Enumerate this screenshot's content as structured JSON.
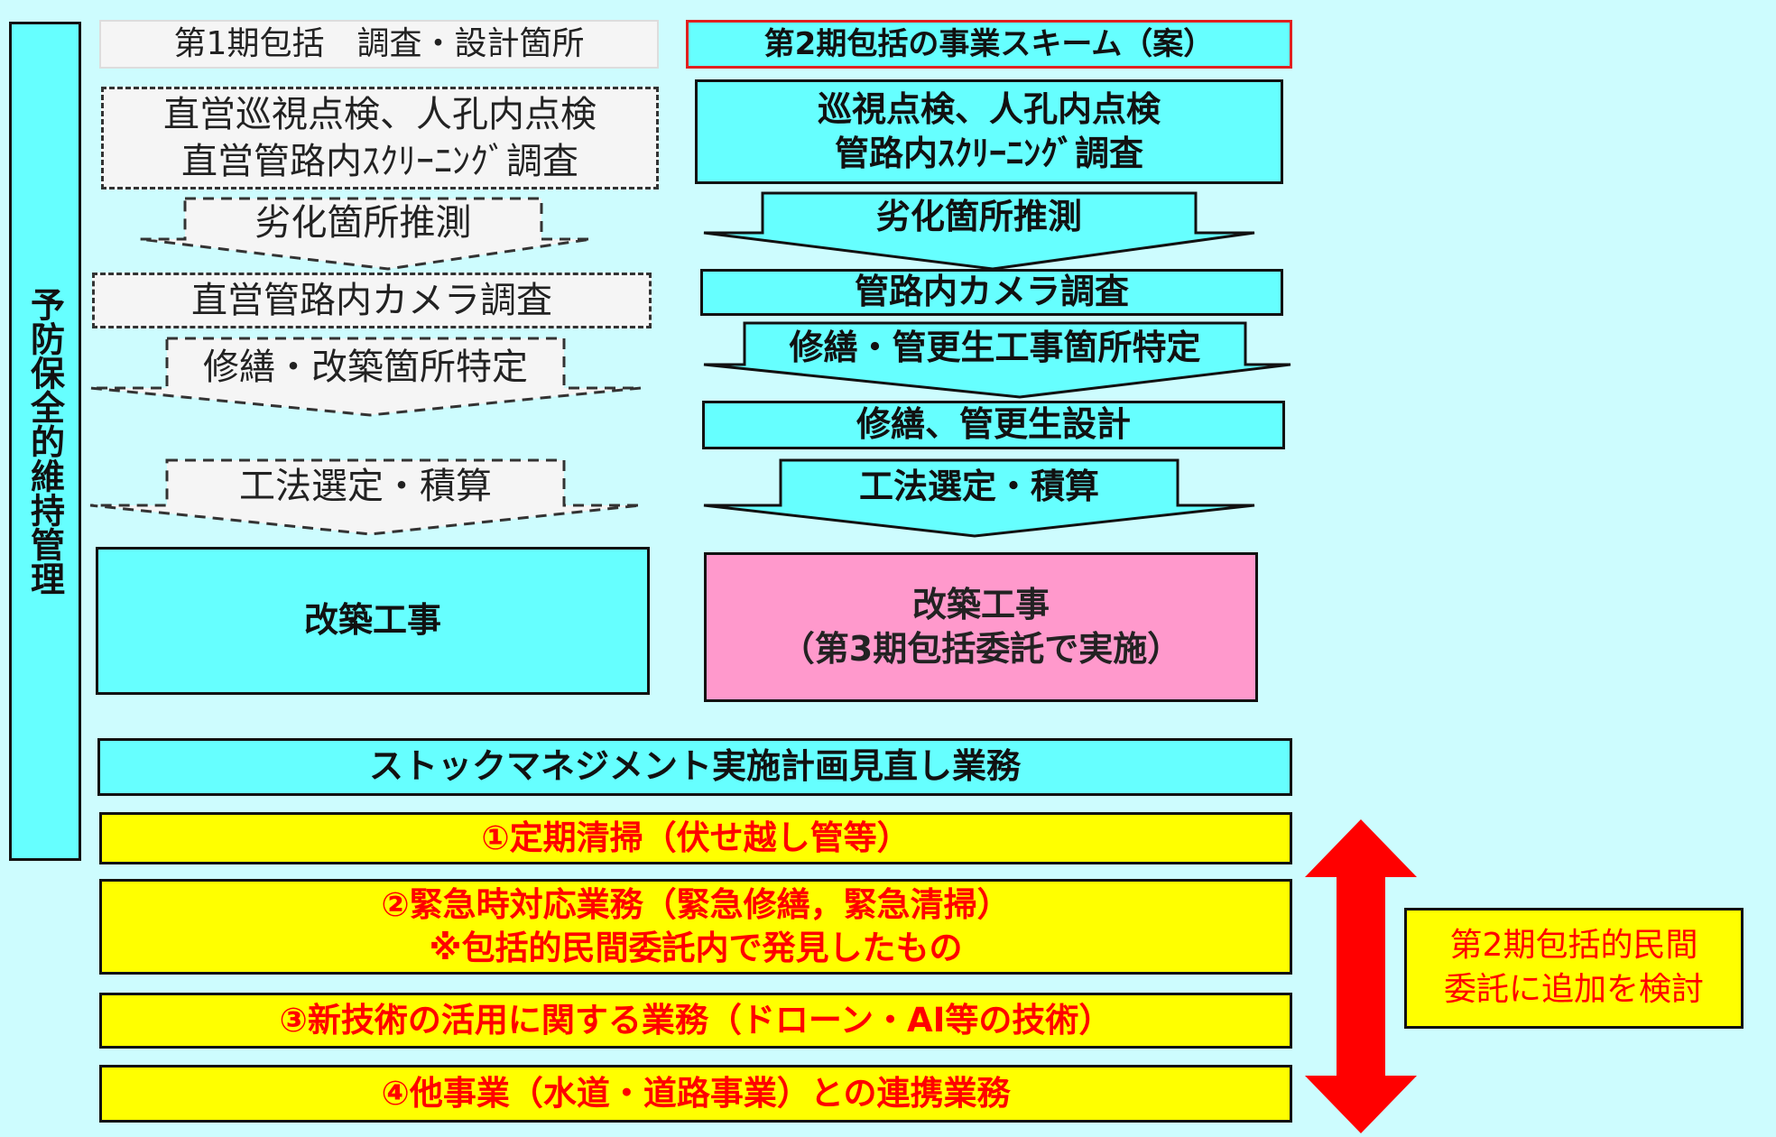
{
  "side_title": "予防保全的維持管理",
  "left": {
    "header": "第1期包括　調査・設計箇所",
    "step1_line1": "直営巡視点検、人孔内点検",
    "step1_line2": "直営管路内ｽｸﾘｰﾆﾝｸﾞ調査",
    "arrow1": "劣化箇所推測",
    "step2": "直営管路内カメラ調査",
    "arrow2": "修繕・改築箇所特定",
    "arrow3": "工法選定・積算",
    "construction": "改築工事"
  },
  "right": {
    "header": "第2期包括の事業スキーム（案）",
    "step1_line1": "巡視点検、人孔内点検",
    "step1_line2": "管路内ｽｸﾘｰﾆﾝｸﾞ調査",
    "arrow1": "劣化箇所推測",
    "step2": "管路内カメラ調査",
    "arrow2": "修繕・管更生工事箇所特定",
    "step3": "修繕、管更生設計",
    "arrow3": "工法選定・積算",
    "construction_line1": "改築工事",
    "construction_line2": "（第3期包括委託で実施）"
  },
  "stock_management": "ストックマネジメント実施計画見直し業務",
  "added_tasks": [
    {
      "line1": "①定期清掃（伏せ越し管等）"
    },
    {
      "line1": "②緊急時対応業務（緊急修繕，緊急清掃）",
      "line2": "※包括的民間委託内で発見したもの"
    },
    {
      "line1": "③新技術の活用に関する業務（ドローン・AI等の技術）"
    },
    {
      "line1": "④他事業（水道・道路事業）との連携業務"
    }
  ],
  "note": {
    "line1": "第2期包括的民間",
    "line2": "委託に追加を検討"
  },
  "colors": {
    "background": "#cdfcfe",
    "cyan": "#66ffff",
    "pink": "#ff99cc",
    "yellow": "#ffff00",
    "red": "#ff0000",
    "light_gray": "#f5f5f5"
  }
}
